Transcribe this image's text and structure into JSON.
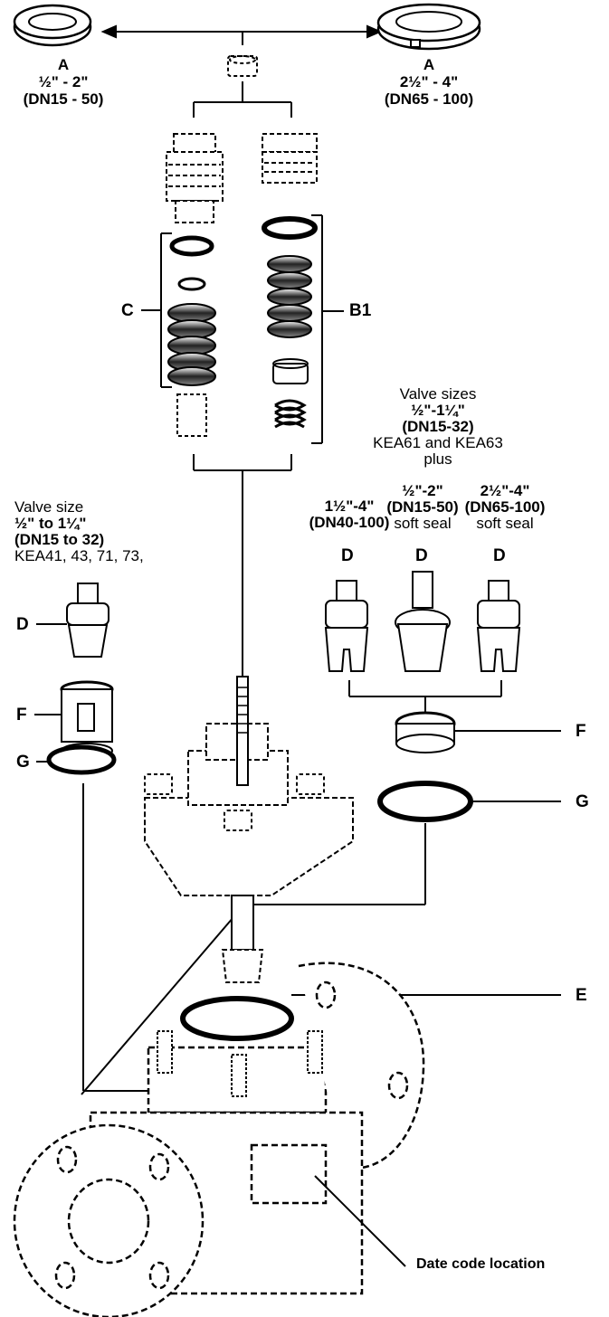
{
  "diagram": {
    "top_left": {
      "letter": "A",
      "size": "½\" - 2\"",
      "dn": "(DN15 - 50)"
    },
    "top_right": {
      "letter": "A",
      "size": "2½\" - 4\"",
      "dn": "(DN65 - 100)"
    },
    "label_c": "C",
    "label_b1": "B1",
    "valve_sizes_right": {
      "title": "Valve sizes",
      "size": "½\"-1¼\"",
      "dn": "(DN15-32)",
      "models": "KEA61 and KEA63",
      "plus": "plus"
    },
    "col1": {
      "size": "1½\"-4\"",
      "dn": "(DN40-100)",
      "letter": "D"
    },
    "col2": {
      "size": "½\"-2\"",
      "dn": "(DN15-50)",
      "seal": "soft seal",
      "letter": "D"
    },
    "col3": {
      "size": "2½\"-4\"",
      "dn": "(DN65-100)",
      "seal": "soft seal",
      "letter": "D"
    },
    "left_group": {
      "title": "Valve size",
      "size": "½\" to 1¼\"",
      "dn": "(DN15 to 32)",
      "models": "KEA41, 43, 71, 73,"
    },
    "label_d_left": "D",
    "label_f_left": "F",
    "label_g_left": "G",
    "label_f_right": "F",
    "label_g_right": "G",
    "label_e": "E",
    "date_code": "Date code location"
  }
}
